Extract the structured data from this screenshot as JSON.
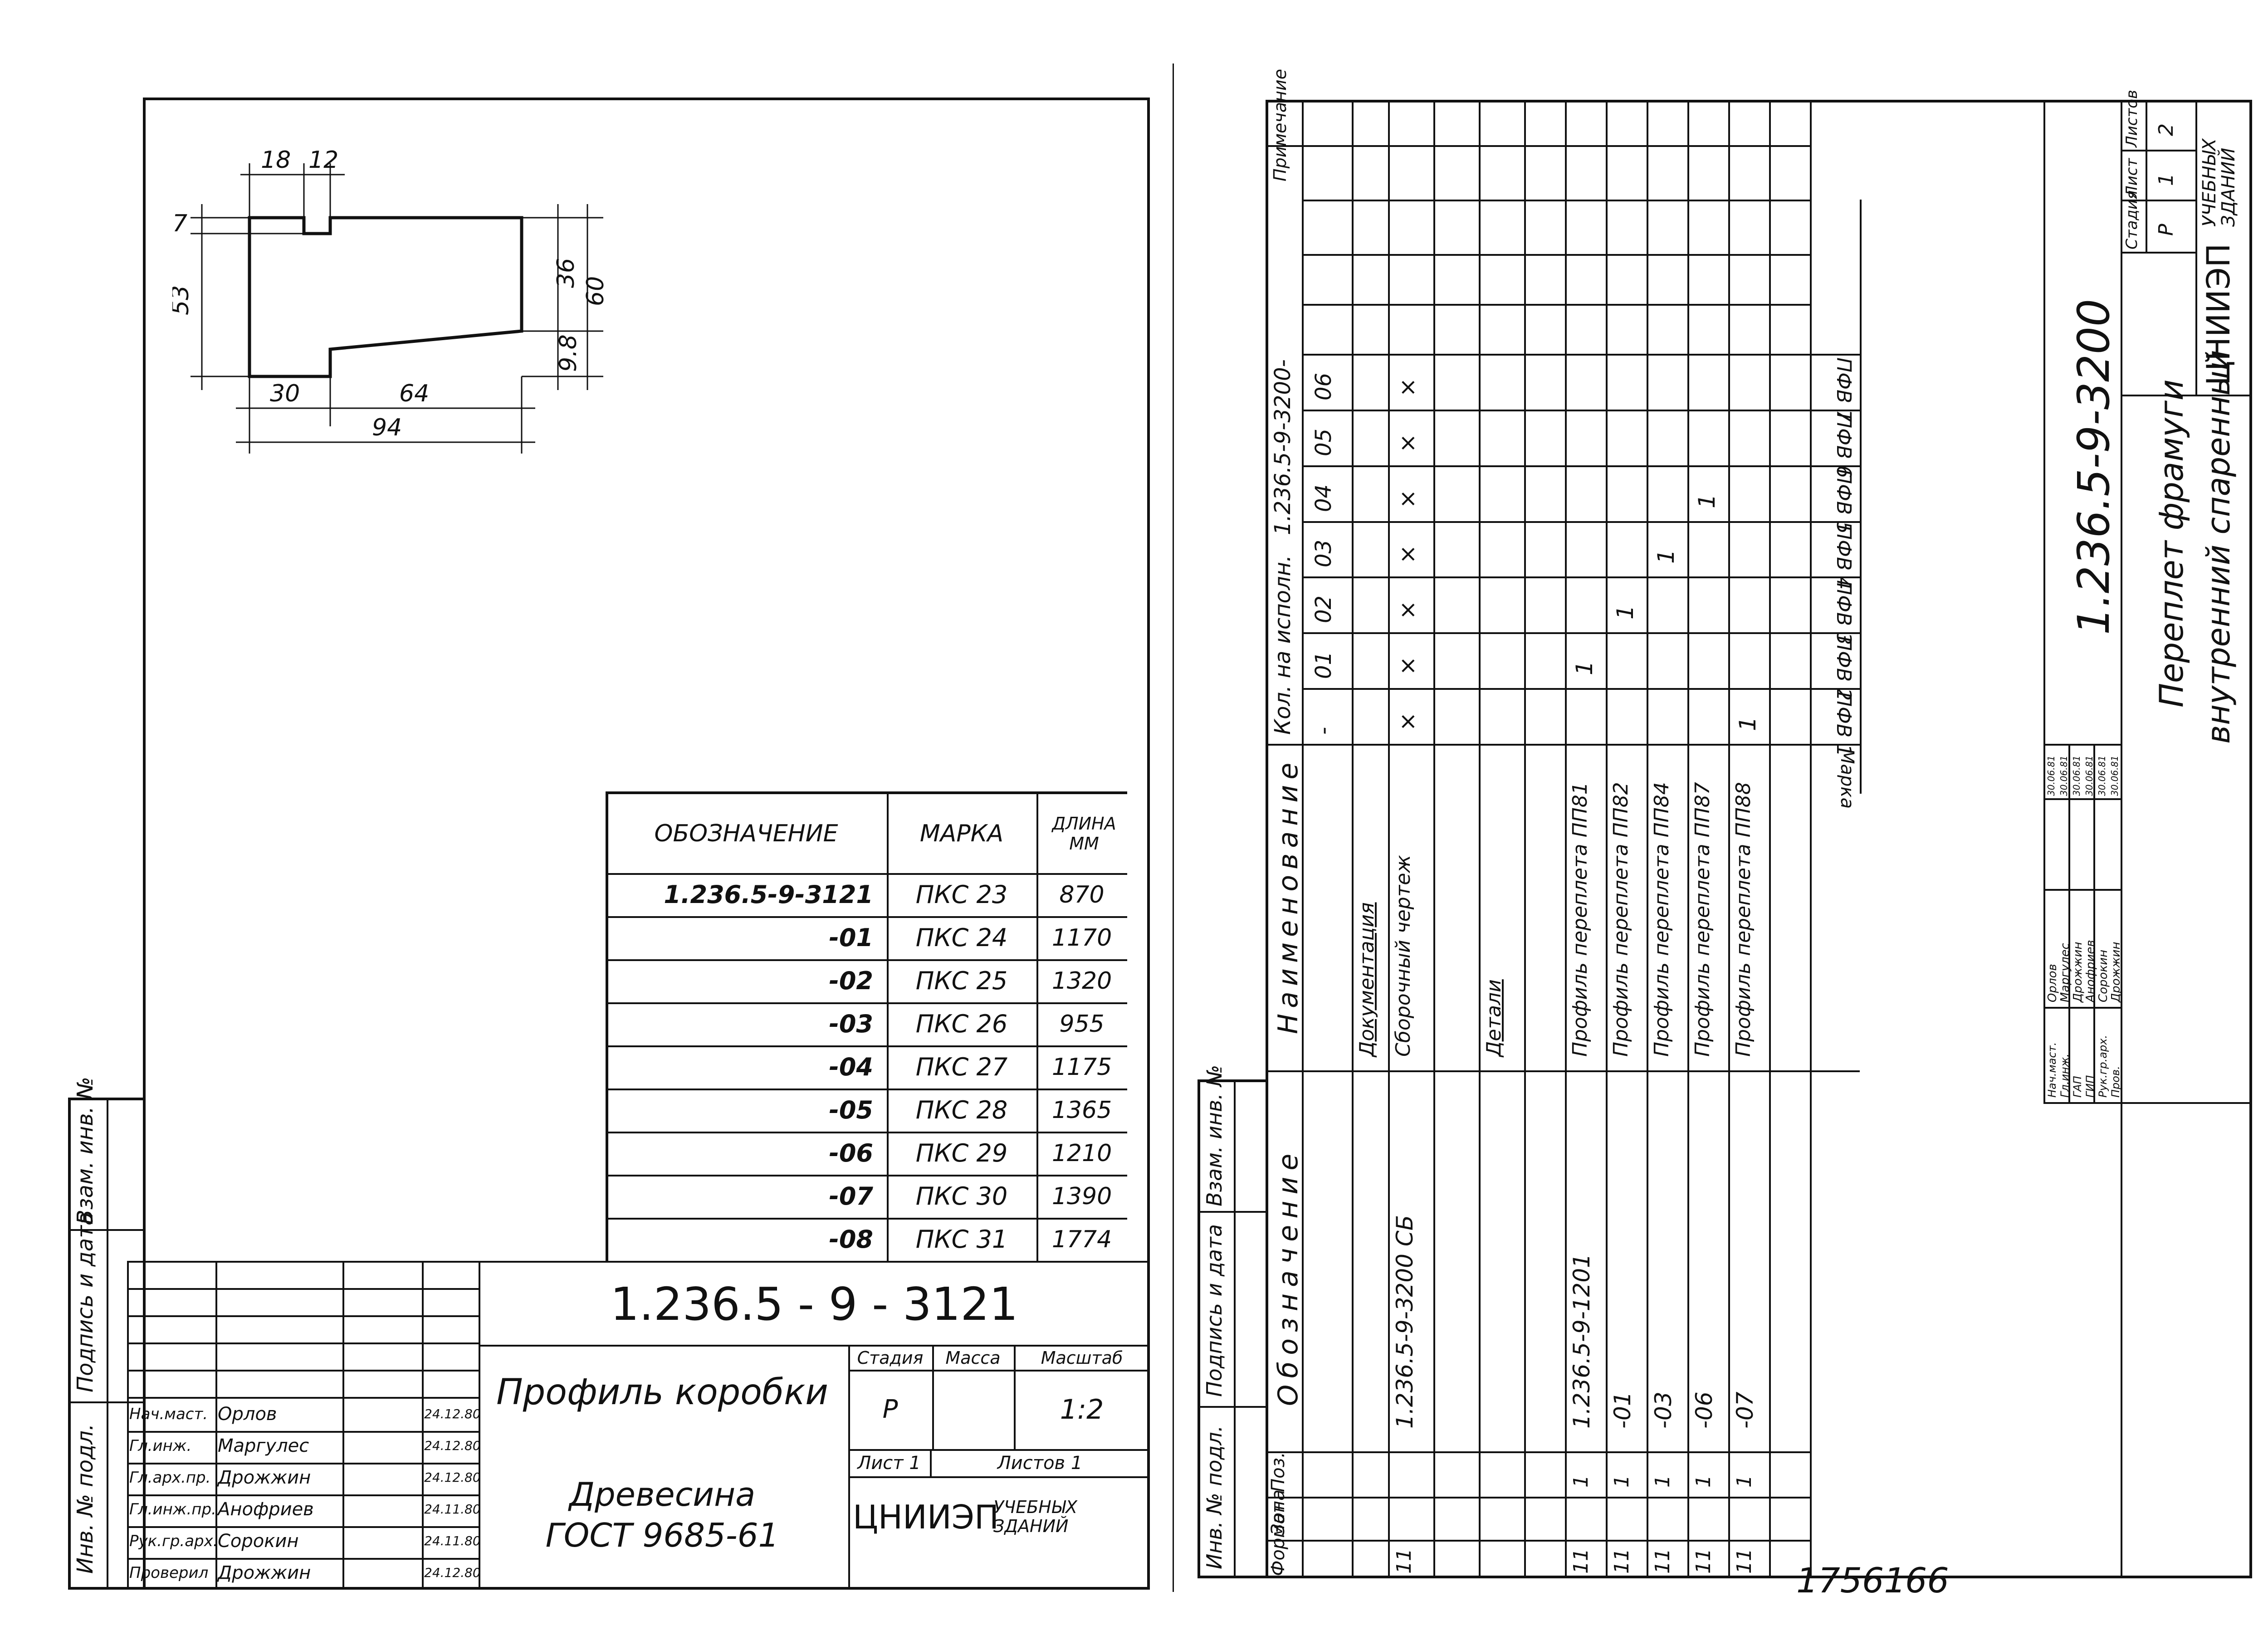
{
  "left_sheet": {
    "profile_dims": {
      "top_a": "18",
      "top_b": "12",
      "notch_h": "7",
      "left_h": "53",
      "right_upper": "36",
      "right_total": "60",
      "right_lower": "9.8",
      "bottom_a": "30",
      "bottom_b": "64",
      "bottom_total": "94"
    },
    "table": {
      "headers": [
        "ОБОЗНАЧЕНИЕ",
        "МАРКА",
        "ДЛИНА ММ"
      ],
      "rows": [
        {
          "code": "1.236.5-9-3121",
          "mark": "ПКС 23",
          "len": "870"
        },
        {
          "code": "-01",
          "mark": "ПКС 24",
          "len": "1170"
        },
        {
          "code": "-02",
          "mark": "ПКС 25",
          "len": "1320"
        },
        {
          "code": "-03",
          "mark": "ПКС 26",
          "len": "955"
        },
        {
          "code": "-04",
          "mark": "ПКС 27",
          "len": "1175"
        },
        {
          "code": "-05",
          "mark": "ПКС 28",
          "len": "1365"
        },
        {
          "code": "-06",
          "mark": "ПКС 29",
          "len": "1210"
        },
        {
          "code": "-07",
          "mark": "ПКС 30",
          "len": "1390"
        },
        {
          "code": "-08",
          "mark": "ПКС 31",
          "len": "1774"
        }
      ]
    },
    "title_block": {
      "doc_number": "1.236.5 - 9 - 3121",
      "title": "Профиль коробки",
      "material_1": "Древесина",
      "material_2": "ГОСТ 9685-61",
      "stage_h": "Стадия",
      "mass_h": "Масса",
      "scale_h": "Масштаб",
      "stage": "Р",
      "scale": "1:2",
      "sheet": "Лист 1",
      "sheets": "Листов 1",
      "org": "ЦНИИЭП",
      "org_sub": "УЧЕБНЫХ ЗДАНИЙ",
      "people": [
        {
          "role": "Нач.маст.",
          "name": "Орлов",
          "date": "24.12.80"
        },
        {
          "role": "Гл.инж.",
          "name": "Маргулес",
          "date": "24.12.80"
        },
        {
          "role": "Гл.арх.пр.",
          "name": "Дрожжин",
          "date": "24.12.80"
        },
        {
          "role": "Гл.инж.пр.",
          "name": "Анофриев",
          "date": "24.11.80"
        },
        {
          "role": "Рук.гр.арх.",
          "name": "Сорокин",
          "date": "24.11.80"
        },
        {
          "role": "Проверил",
          "name": "Дрожжин",
          "date": "24.12.80"
        }
      ]
    },
    "side_labels": [
      "Инв. № подл.",
      "Подпись и дата",
      "Взам. инв. №"
    ]
  },
  "right_sheet": {
    "spec_headers": {
      "format": "Формат",
      "zone": "Зона",
      "pos": "Поз.",
      "designation": "Обозначение",
      "name": "Наименование",
      "qty": "Кол. на исполн.",
      "qty_code": "1.236.5-9-3200-",
      "note": "Примечание"
    },
    "variants": [
      "-",
      "01",
      "02",
      "03",
      "04",
      "05",
      "06"
    ],
    "marks_header": "Марка",
    "marks": [
      "ПФВ 1",
      "ПФВ 2",
      "ПФВ 3",
      "ПФВ 4",
      "ПФВ 5",
      "ПФВ 6",
      "ПФВ 7"
    ],
    "rows": [
      {
        "format": "",
        "pos": "",
        "designation": "",
        "name": "Документация"
      },
      {
        "format": "11",
        "pos": "",
        "designation": "1.236.5-9-3200 СБ",
        "name": "Сборочный чертеж"
      },
      {
        "format": "",
        "pos": "",
        "designation": "",
        "name": ""
      },
      {
        "format": "",
        "pos": "",
        "designation": "",
        "name": "Детали"
      },
      {
        "format": "",
        "pos": "",
        "designation": "",
        "name": ""
      },
      {
        "format": "11",
        "pos": "1",
        "designation": "1.236.5-9-1201",
        "name": "Профиль переплета ПП81"
      },
      {
        "format": "11",
        "pos": "1",
        "designation": "-01",
        "name": "Профиль переплета ПП82"
      },
      {
        "format": "11",
        "pos": "1",
        "designation": "-03",
        "name": "Профиль переплета ПП84"
      },
      {
        "format": "11",
        "pos": "1",
        "designation": "-06",
        "name": "Профиль переплета ПП87"
      },
      {
        "format": "11",
        "pos": "1",
        "designation": "-07",
        "name": "Профиль переплета ПП88"
      }
    ],
    "qty_marks": [
      [
        "",
        "",
        "",
        "",
        "",
        "",
        ""
      ],
      [
        "×",
        "×",
        "×",
        "×",
        "×",
        "×",
        "×"
      ],
      [
        "",
        "",
        "",
        "",
        "",
        "",
        ""
      ],
      [
        "",
        "",
        "",
        "",
        "",
        "",
        ""
      ],
      [
        "",
        "",
        "",
        "",
        "",
        "",
        ""
      ],
      [
        "",
        "1",
        "",
        "",
        "",
        "",
        ""
      ],
      [
        "",
        "",
        "1",
        "",
        "",
        "",
        ""
      ],
      [
        "",
        "",
        "",
        "1",
        "",
        "",
        ""
      ],
      [
        "",
        "",
        "",
        "",
        "1",
        "",
        ""
      ],
      [
        "1",
        "",
        "",
        "",
        "",
        "",
        ""
      ]
    ],
    "title_block": {
      "doc_number": "1.236.5-9-3200",
      "title_1": "Переплет фрамуги",
      "title_2": "внутренний спаренный",
      "stage_h": "Стадия",
      "sheet_h": "Лист",
      "sheets_h": "Листов",
      "stage": "Р",
      "sheet": "1",
      "sheets": "2",
      "org": "ЦНИИЭП",
      "org_sub": "УЧЕБНЫХ ЗДАНИЙ",
      "people": [
        {
          "role": "Нач.маст.",
          "name": "Орлов",
          "date": "30.06.81"
        },
        {
          "role": "Гл.инж.",
          "name": "Маргулес",
          "date": "30.06.81"
        },
        {
          "role": "ГАП",
          "name": "Дрожжин",
          "date": "30.06.81"
        },
        {
          "role": "ГИП",
          "name": "Анофриев",
          "date": "30.06.81"
        },
        {
          "role": "Рук.гр.арх.",
          "name": "Сорокин",
          "date": "30.06.81"
        },
        {
          "role": "Пров.",
          "name": "Дрожжин",
          "date": "30.06.81"
        }
      ]
    },
    "side_labels": [
      "Инв. № подл.",
      "Подпись и дата",
      "Взам. инв. №"
    ]
  },
  "footer": {
    "archive_no": "17561",
    "page_no": "66"
  }
}
